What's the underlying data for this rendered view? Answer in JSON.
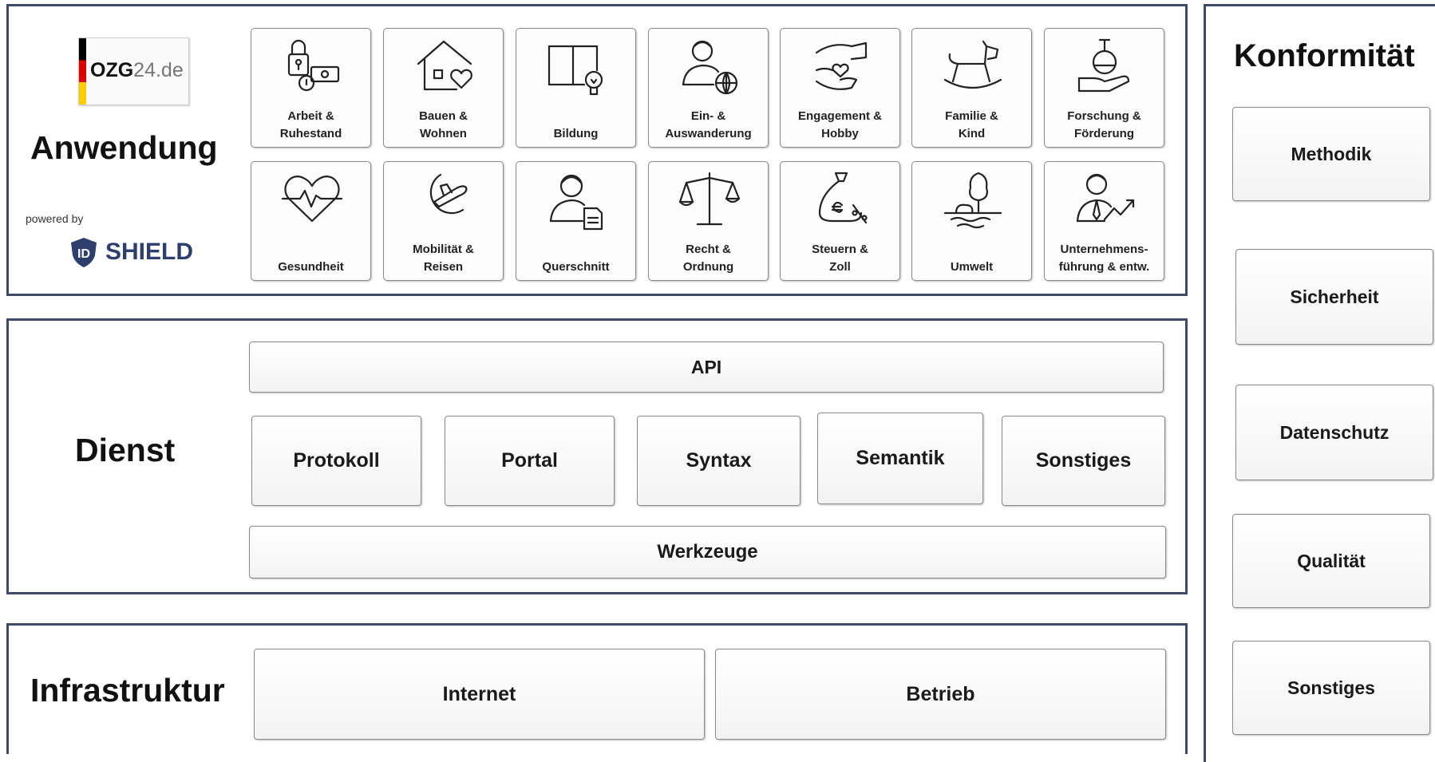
{
  "colors": {
    "panel_border": "#3f4a6b",
    "box_border": "#8a8a8a",
    "flag_black": "#000000",
    "flag_red": "#dd0000",
    "flag_gold": "#ffcc00",
    "logo_grey": "#777777",
    "shield_blue": "#2e3f6e"
  },
  "logos": {
    "ozg_bold": "OZG",
    "ozg_light": "24.de",
    "powered_by": "powered by",
    "shield_text": "SHIELD",
    "shield_mark": "ID"
  },
  "anwendung": {
    "title": "Anwendung",
    "tiles": [
      {
        "label": "Arbeit &\nRuhestand",
        "icon": "padlock-money-icon"
      },
      {
        "label": "Bauen &\nWohnen",
        "icon": "house-heart-icon"
      },
      {
        "label": "Bildung",
        "icon": "book-bulb-icon"
      },
      {
        "label": "Ein- &\nAuswanderung",
        "icon": "person-globe-icon"
      },
      {
        "label": "Engagement &\nHobby",
        "icon": "hands-heart-icon"
      },
      {
        "label": "Familie &\nKind",
        "icon": "rocking-horse-icon"
      },
      {
        "label": "Forschung &\nFörderung",
        "icon": "flask-hand-icon"
      },
      {
        "label": "Gesundheit",
        "icon": "heart-pulse-icon"
      },
      {
        "label": "Mobilität &\nReisen",
        "icon": "moon-plane-icon"
      },
      {
        "label": "Querschnitt",
        "icon": "person-document-icon"
      },
      {
        "label": "Recht &\nOrdnung",
        "icon": "scales-icon"
      },
      {
        "label": "Steuern &\nZoll",
        "icon": "money-bag-percent-icon"
      },
      {
        "label": "Umwelt",
        "icon": "tree-water-icon"
      },
      {
        "label": "Unternehmens-\nführung & entw.",
        "icon": "businessman-chart-icon"
      }
    ]
  },
  "dienst": {
    "title": "Dienst",
    "api": "API",
    "werkzeuge": "Werkzeuge",
    "boxes": [
      "Protokoll",
      "Portal",
      "Syntax",
      "Semantik",
      "Sonstiges"
    ]
  },
  "infrastruktur": {
    "title": "Infrastruktur",
    "boxes": [
      "Internet",
      "Betrieb"
    ]
  },
  "konformitaet": {
    "title": "Konformität",
    "boxes": [
      "Methodik",
      "Sicherheit",
      "Datenschutz",
      "Qualität",
      "Sonstiges"
    ]
  }
}
